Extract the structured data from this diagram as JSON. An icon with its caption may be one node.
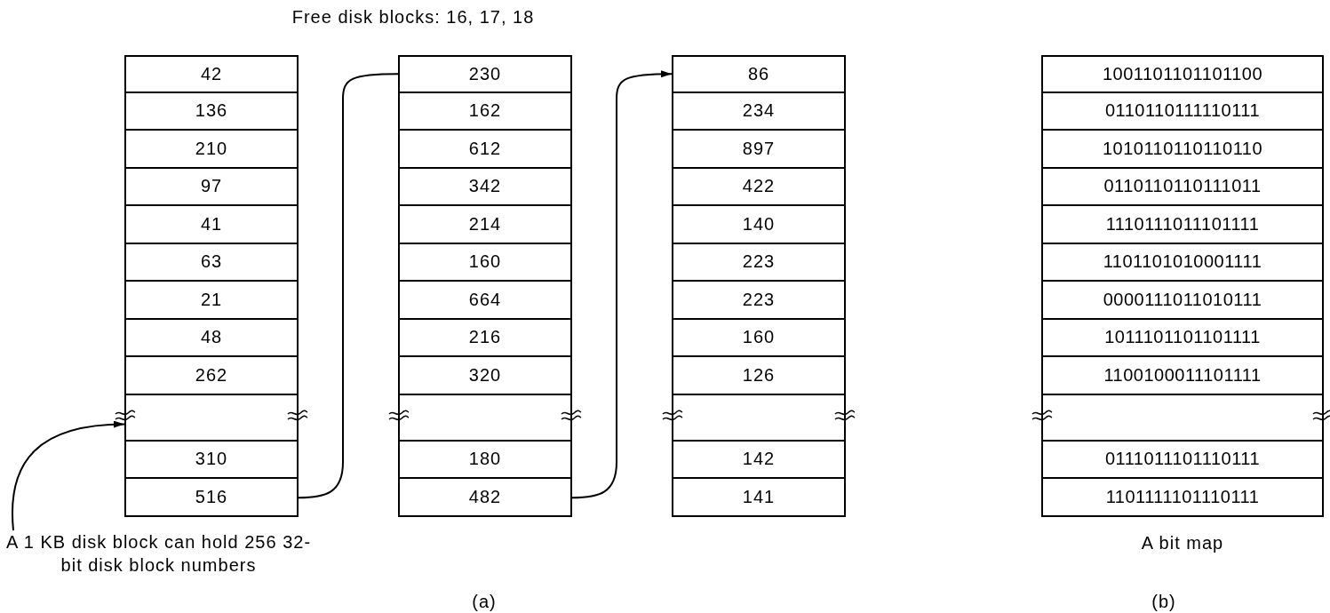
{
  "diagram": {
    "nodes": [
      {
        "text": [],
        "shape": "box"
      },
      {
        "text": [
          "42"
        ],
        "in": 0
      },
      {
        "text": [
          "136"
        ],
        "in": 0
      },
      {
        "text": [
          "210"
        ],
        "in": 0
      },
      {
        "text": [
          "97"
        ],
        "in": 0
      },
      {
        "text": [
          "41"
        ],
        "in": 0
      },
      {
        "text": [
          "63"
        ],
        "in": 0
      },
      {
        "text": [
          "21"
        ],
        "in": 0
      },
      {
        "text": [
          "48"
        ],
        "in": 0
      },
      {
        "text": [
          "262"
        ],
        "in": 0
      },
      {
        "text": [
          "310"
        ],
        "in": 0
      },
      {
        "text": [
          "516"
        ],
        "in": 0
      },
      {
        "text": [],
        "shape": "box"
      },
      {
        "text": [
          "230"
        ],
        "in": 12
      },
      {
        "text": [
          "162"
        ],
        "in": 12
      },
      {
        "text": [
          "612"
        ],
        "in": 12
      },
      {
        "text": [
          "342"
        ],
        "in": 12
      },
      {
        "text": [
          "214"
        ],
        "in": 12
      },
      {
        "text": [
          "160"
        ],
        "in": 12
      },
      {
        "text": [
          "664"
        ],
        "in": 12
      },
      {
        "text": [
          "216"
        ],
        "in": 12
      },
      {
        "text": [
          "320"
        ],
        "in": 12
      },
      {
        "text": [
          "180"
        ],
        "in": 12
      },
      {
        "text": [
          "482"
        ],
        "in": 12
      },
      {
        "text": [],
        "shape": "box"
      },
      {
        "text": [
          "86"
        ],
        "in": 24
      },
      {
        "text": [
          "234"
        ],
        "in": 24
      },
      {
        "text": [
          "897"
        ],
        "in": 24
      },
      {
        "text": [
          "422"
        ],
        "in": 24
      },
      {
        "text": [
          "140"
        ],
        "in": 24
      },
      {
        "text": [
          "223"
        ],
        "in": 24
      },
      {
        "text": [
          "223"
        ],
        "in": 24
      },
      {
        "text": [
          "160"
        ],
        "in": 24
      },
      {
        "text": [
          "126"
        ],
        "in": 24
      },
      {
        "text": [
          "142"
        ],
        "in": 24
      },
      {
        "text": [
          "141"
        ],
        "in": 24
      },
      {
        "text": [],
        "shape": "box",
        "beside": [
          "A bit map"
        ]
      },
      {
        "text": [
          "1001101101101100"
        ],
        "in": 36
      },
      {
        "text": [
          "0110110111110111"
        ],
        "in": 36
      },
      {
        "text": [
          "1010110110110110"
        ],
        "in": 36
      },
      {
        "text": [
          "0110110110111011"
        ],
        "in": 36
      },
      {
        "text": [
          "1110111011101111"
        ],
        "in": 36
      },
      {
        "text": [
          "1101101010001111"
        ],
        "in": 36
      },
      {
        "text": [
          "0000111011010111"
        ],
        "in": 36
      },
      {
        "text": [
          "1011101101101111"
        ],
        "in": 36
      },
      {
        "text": [
          "1100100011101111"
        ],
        "in": 36
      },
      {
        "text": [
          "0111011101110111"
        ],
        "in": 36
      },
      {
        "text": [
          "1101111101110111"
        ],
        "in": 36
      },
      {
        "text": [
          "A 1 KB disk block can hold 256 32-bit disk block numbers"
        ]
      }
    ],
    "edges": [
      {
        "from": 11,
        "to": 13,
        "arrow": "none"
      },
      {
        "from": 23,
        "to": 25,
        "arrow": "to"
      },
      {
        "from": 48,
        "to": 0,
        "arrow": "to"
      }
    ],
    "labels": [
      "Free disk blocks: 16, 17, 18",
      "(a)",
      "(b)"
    ]
  }
}
